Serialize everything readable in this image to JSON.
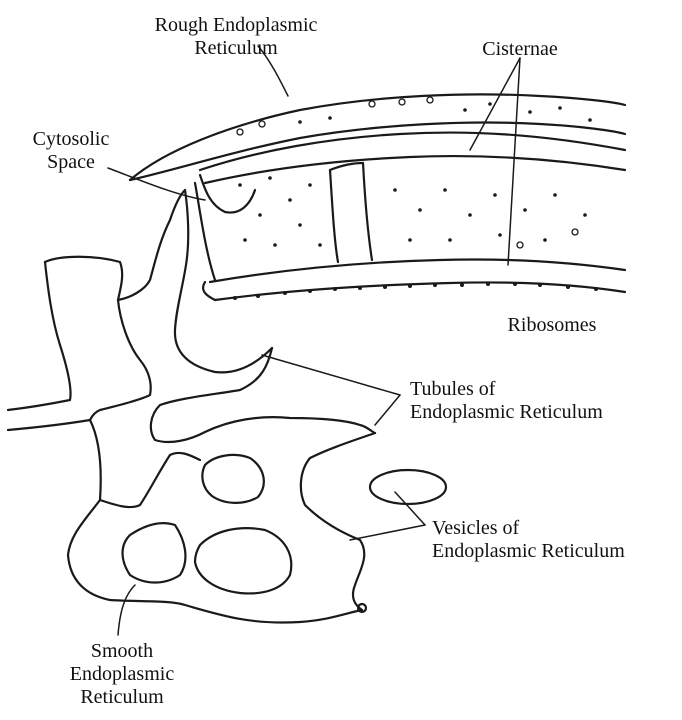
{
  "labels": {
    "rough_er": [
      "Rough Endoplasmic",
      "Reticulum"
    ],
    "cisternae": "Cisternae",
    "cytosolic_space": [
      "Cytosolic",
      "Space"
    ],
    "ribosomes": "Ribosomes",
    "tubules": [
      "Tubules of",
      "Endoplasmic Reticulum"
    ],
    "vesicles": [
      "Vesicles of",
      "Endoplasmic Reticulum"
    ],
    "smooth_er": [
      "Smooth",
      "Endoplasmic",
      "Reticulum"
    ]
  },
  "colors": {
    "ink": "#1a1a1a",
    "background": "#ffffff"
  }
}
